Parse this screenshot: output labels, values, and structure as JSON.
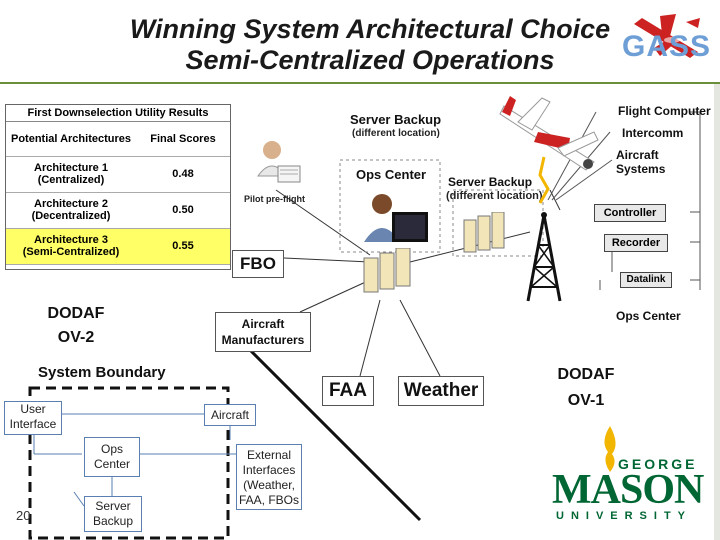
{
  "slide": {
    "title_line1": "Winning System Architectural Choice",
    "title_line2": "Semi-Centralized Operations",
    "logo_text": "GASS",
    "page_number": "20"
  },
  "utility_table": {
    "title": "First Downselection Utility Results",
    "col1_header": "Potential Architectures",
    "col2_header": "Final Scores",
    "rows": [
      {
        "arch": "Architecture 1",
        "type": "(Centralized)",
        "score": "0.48"
      },
      {
        "arch": "Architecture 2",
        "type": "(Decentralized)",
        "score": "0.50"
      },
      {
        "arch": "Architecture 3",
        "type": "(Semi-Centralized)",
        "score": "0.55"
      }
    ]
  },
  "ov1": {
    "pilot_label": "Pilot pre-flight",
    "server_backup_label": "Server Backup",
    "server_backup_sub": "(different location)",
    "ops_center_label": "Ops Center",
    "server_backup2_label": "Server Backup",
    "server_backup2_sub": "(different location)",
    "fbo_label": "FBO",
    "aircraft_manufacturers_line1": "Aircraft",
    "aircraft_manufacturers_line2": "Manufacturers",
    "faa_label": "FAA",
    "weather_label": "Weather",
    "flight_computer": "Flight Computer",
    "intercomm": "Intercomm",
    "aircraft_systems_line1": "Aircraft",
    "aircraft_systems_line2": "Systems",
    "controller": "Controller",
    "recorder": "Recorder",
    "datalink": "Datalink",
    "ops_center_bottom": "Ops Center"
  },
  "labels": {
    "dodaf_ov2_line1": "DODAF",
    "dodaf_ov2_line2": "OV-2",
    "dodaf_ov1_line1": "DODAF",
    "dodaf_ov1_line2": "OV-1",
    "system_boundary": "System Boundary"
  },
  "ov2": {
    "user_interface_line1": "User",
    "user_interface_line2": "Interface",
    "aircraft": "Aircraft",
    "ops_center_line1": "Ops",
    "ops_center_line2": "Center",
    "external_line1": "External",
    "external_line2": "Interfaces",
    "external_line3": "(Weather,",
    "external_line4": "FAA, FBOs",
    "server_backup_line1": "Server",
    "server_backup_line2": "Backup"
  },
  "mason": {
    "george": "GEORGE",
    "mason": "MASON",
    "university": "UNIVERSITY"
  },
  "colors": {
    "mason_green": "#006633",
    "mason_gold": "#f2b600",
    "highlight": "#ffff66",
    "logo_blue": "#6d9ed6",
    "airplane_red": "#cc2222"
  }
}
